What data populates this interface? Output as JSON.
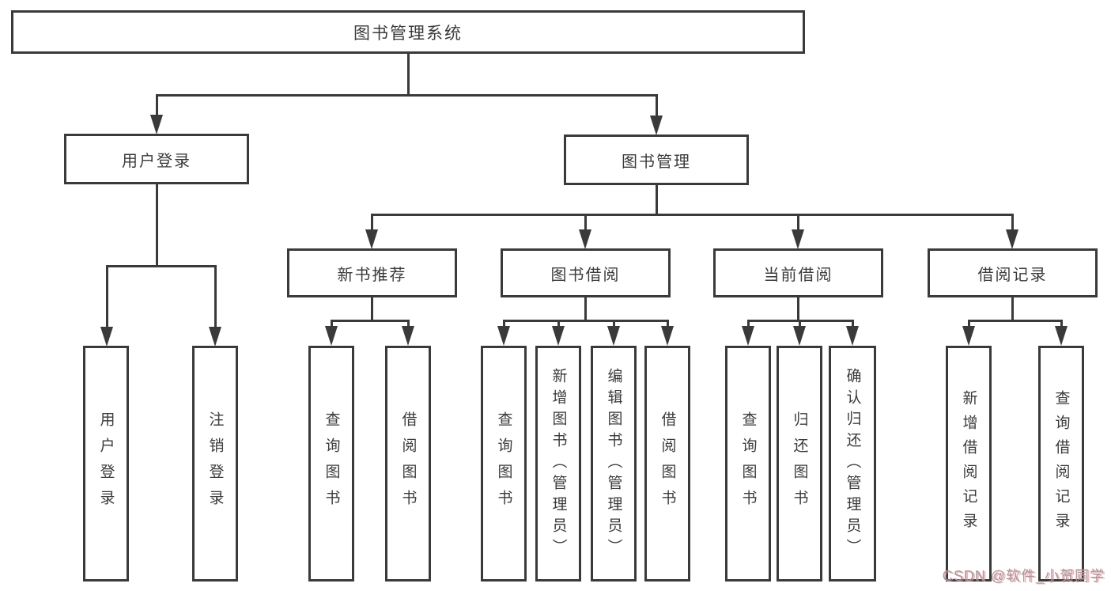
{
  "diagram": {
    "type": "tree",
    "title": "图书管理系统",
    "nodes": {
      "root": {
        "label": "图书管理系统"
      },
      "level2": [
        {
          "label": "用户登录"
        },
        {
          "label": "图书管理"
        }
      ],
      "level3": [
        {
          "label": "新书推荐",
          "parent": "图书管理"
        },
        {
          "label": "图书借阅",
          "parent": "图书管理"
        },
        {
          "label": "当前借阅",
          "parent": "图书管理"
        },
        {
          "label": "借阅记录",
          "parent": "图书管理"
        }
      ],
      "leaves": [
        {
          "label": "用户登录",
          "parent": "用户登录"
        },
        {
          "label": "注销登录",
          "parent": "用户登录"
        },
        {
          "label": "查询图书",
          "parent": "新书推荐"
        },
        {
          "label": "借阅图书",
          "parent": "新书推荐"
        },
        {
          "label": "查询图书",
          "parent": "图书借阅"
        },
        {
          "label": "新增图书（管理员）",
          "parent": "图书借阅"
        },
        {
          "label": "编辑图书（管理员）",
          "parent": "图书借阅"
        },
        {
          "label": "借阅图书",
          "parent": "图书借阅"
        },
        {
          "label": "查询图书",
          "parent": "当前借阅"
        },
        {
          "label": "归还图书",
          "parent": "当前借阅"
        },
        {
          "label": "确认归还（管理员）",
          "parent": "当前借阅"
        },
        {
          "label": "新增借阅记录",
          "parent": "借阅记录"
        },
        {
          "label": "查询借阅记录",
          "parent": "借阅记录"
        }
      ]
    },
    "colors": {
      "line": "#3a3a3a",
      "text": "#3b3b3b",
      "background": "#ffffff",
      "watermark_gray": "#9e9e9e",
      "watermark_pink": "#f87b8e"
    }
  },
  "watermark": {
    "text": "CSDN @软件_小贺同学"
  }
}
